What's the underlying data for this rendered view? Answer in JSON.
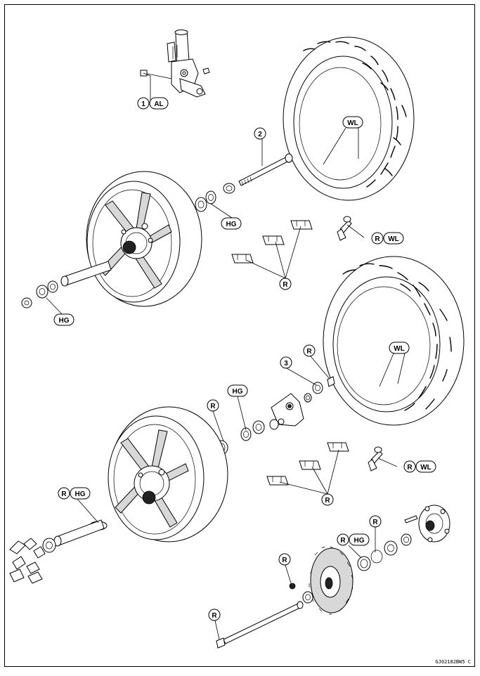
{
  "drawing_code": "GJ02182BW5 C",
  "labels": {
    "one": "1",
    "two": "2",
    "three": "3",
    "al": "AL",
    "wl": "WL",
    "hg": "HG",
    "r": "R"
  }
}
